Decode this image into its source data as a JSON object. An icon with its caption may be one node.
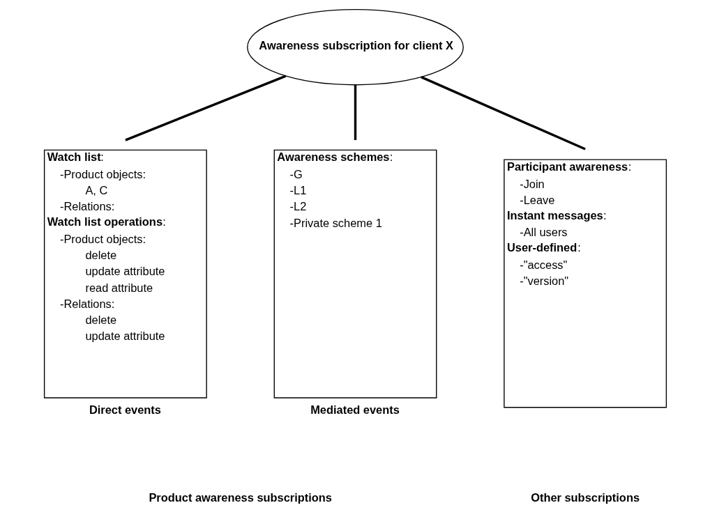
{
  "diagram": {
    "nodes": [
      {
        "text": [
          "Awareness subscription for client X"
        ]
      },
      {
        "text": [
          "**Watch list**:",
          "-Product objects:",
          "A, C",
          "-Relations:",
          "**Watch list operations**:",
          "-Product objects:",
          "delete",
          "update attribute",
          "read attribute",
          "-Relations:",
          "delete",
          "update attribute"
        ],
        "beside": [
          "Direct events"
        ]
      },
      {
        "text": [
          "**Awareness schemes**:",
          "-G",
          "-L1",
          "-L2",
          "-Private scheme 1"
        ],
        "beside": [
          "Mediated events"
        ]
      },
      {
        "text": [
          "**Participant awareness**:",
          "-Join",
          "-Leave",
          "**Instant messages**:",
          "-All users",
          "**User-defined**:",
          "-\"access\"",
          "-\"version\""
        ]
      }
    ],
    "edges": [
      {
        "from": 0,
        "to": 1,
        "arrow": "none"
      },
      {
        "from": 0,
        "to": 2,
        "arrow": "none"
      },
      {
        "from": 0,
        "to": 3,
        "arrow": "none"
      }
    ],
    "labels": [
      "Product awareness subscriptions",
      "Other subscriptions"
    ]
  }
}
